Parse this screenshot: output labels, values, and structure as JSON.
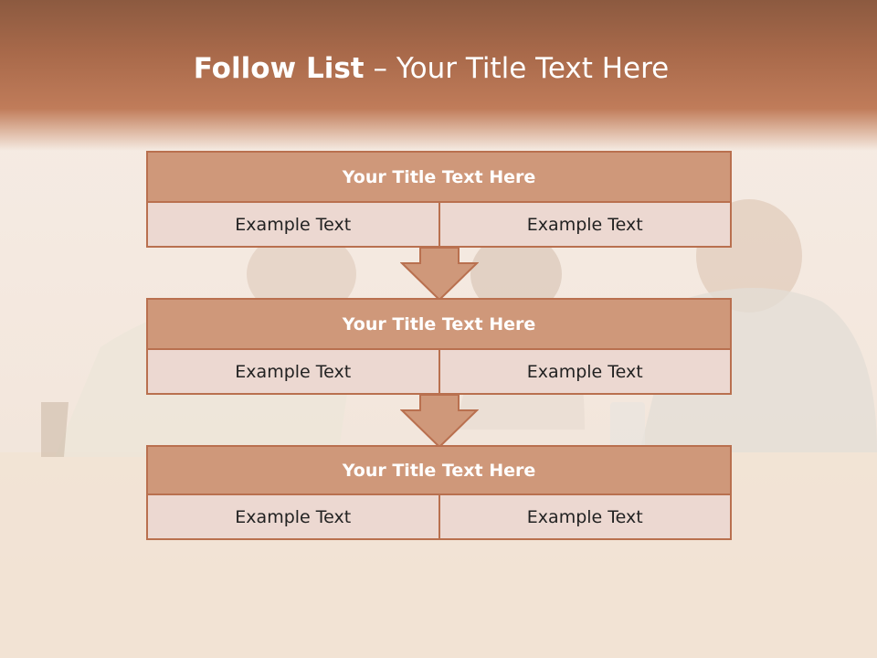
{
  "slide": {
    "title_bold": "Follow List",
    "title_rest": " – Your Title Text Here",
    "colors": {
      "header": "#a8694a",
      "block_head": "#cf987a",
      "block_cell": "#ecd8d1",
      "border": "#b9704f"
    },
    "blocks": [
      {
        "title": "Your Title Text Here",
        "left_text": "Example Text",
        "right_text": "Example Text"
      },
      {
        "title": "Your Title Text Here",
        "left_text": "Example Text",
        "right_text": "Example Text"
      },
      {
        "title": "Your Title Text Here",
        "left_text": "Example Text",
        "right_text": "Example Text"
      }
    ]
  }
}
